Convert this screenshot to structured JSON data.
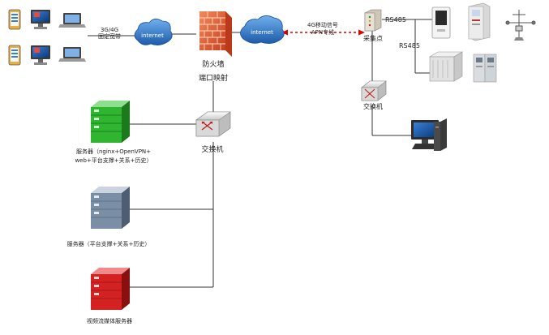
{
  "links": {
    "cellular_wan": "3G/4G\n固定宽带",
    "apn_line1": "4G移动信号",
    "apn_line2": "APN专线",
    "rs485_a": "RS485",
    "rs485_b": "RS485"
  },
  "clouds": {
    "left": "internet",
    "right": "internet"
  },
  "nodes": {
    "firewall_line1": "防火墙",
    "firewall_line2": "端口映射",
    "collector": "采集点",
    "switch_main": "交换机",
    "switch_remote": "交换机",
    "server1_line1": "服务器（nginx+OpenVPN+",
    "server1_line2": "web+平台支撑+关系+历史）",
    "server2": "服务器（平台支撑+关系+历史）",
    "server3": "视频流媒体服务器"
  },
  "colors": {
    "line": "#333333",
    "signal": "#e00000",
    "server1": "#2fb52f",
    "server2": "#7a8fa6",
    "server3": "#d42222",
    "firewall": "#e4572e",
    "cloud": "#2a6fb8"
  }
}
